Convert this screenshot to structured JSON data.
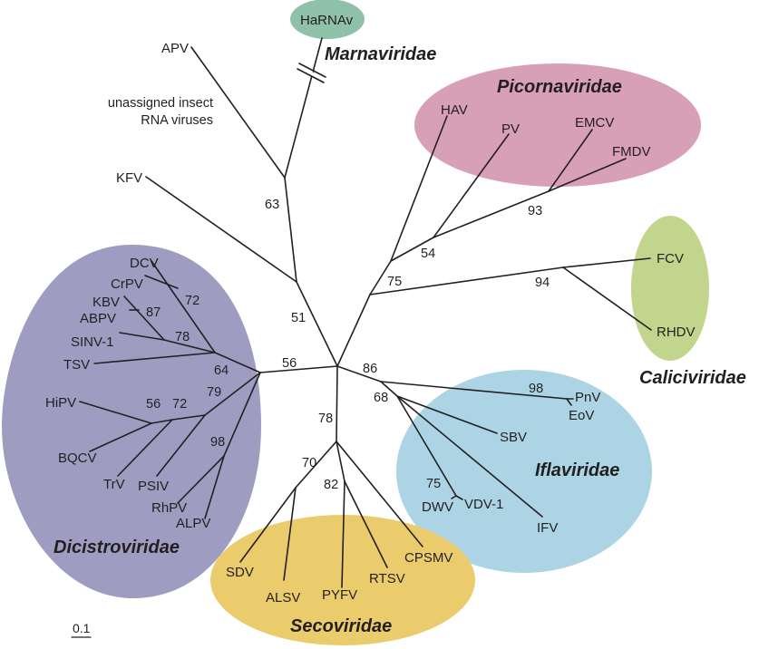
{
  "figure": {
    "type": "unrooted phylogenetic tree",
    "scale_bar_label": "0.1",
    "note_lines": [
      "unassigned insect",
      "RNA viruses"
    ]
  },
  "families": [
    {
      "id": "marnaviridae",
      "name": "Marnaviridae",
      "color": "#8fc1a9"
    },
    {
      "id": "picornaviridae",
      "name": "Picornaviridae",
      "color": "#d8a0b6"
    },
    {
      "id": "caliciviridae",
      "name": "Caliciviridae",
      "color": "#c1d58c"
    },
    {
      "id": "dicistroviridae",
      "name": "Dicistroviridae",
      "color": "#9f9cc1"
    },
    {
      "id": "iflaviridae",
      "name": "Iflaviridae",
      "color": "#acd4e4"
    },
    {
      "id": "secoviridae",
      "name": "Secoviridae",
      "color": "#ebcc6c"
    }
  ],
  "taxa": {
    "HaRNAv": "HaRNAv",
    "APV": "APV",
    "KFV": "KFV",
    "HAV": "HAV",
    "PV": "PV",
    "EMCV": "EMCV",
    "FMDV": "FMDV",
    "FCV": "FCV",
    "RHDV": "RHDV",
    "DCV": "DCV",
    "CrPV": "CrPV",
    "KBV": "KBV",
    "ABPV": "ABPV",
    "SINV1": "SINV-1",
    "TSV": "TSV",
    "HiPV": "HiPV",
    "BQCV": "BQCV",
    "TrV": "TrV",
    "PSIV": "PSIV",
    "RhPV": "RhPV",
    "ALPV": "ALPV",
    "PnV": "PnV",
    "EoV": "EoV",
    "SBV": "SBV",
    "DWV": "DWV",
    "VDV1": "VDV-1",
    "IFV": "IFV",
    "SDV": "SDV",
    "ALSV": "ALSV",
    "PYFV": "PYFV",
    "RTSV": "RTSV",
    "CPSMV": "CPSMV"
  },
  "support_values": {
    "n63": "63",
    "n51": "51",
    "n75": "75",
    "n54": "54",
    "n93": "93",
    "n94": "94",
    "n56root": "56",
    "n86": "86",
    "n68": "68",
    "n98ifla": "98",
    "n75ifla": "75",
    "n78seco": "78",
    "n70": "70",
    "n82": "82",
    "n72a": "72",
    "n87": "87",
    "n78dici": "78",
    "n64": "64",
    "n79": "79",
    "n56dici": "56",
    "n72b": "72",
    "n98dici": "98"
  }
}
